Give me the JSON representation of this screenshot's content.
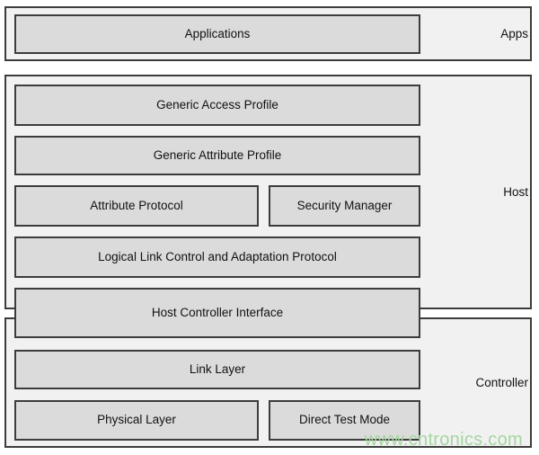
{
  "boxes": {
    "applications": "Applications",
    "generic_access_profile": "Generic Access Profile",
    "generic_attribute_profile": "Generic Attribute Profile",
    "attribute_protocol": "Attribute Protocol",
    "security_manager": "Security Manager",
    "l2cap": "Logical Link Control and Adaptation Protocol",
    "hci": "Host Controller Interface",
    "link_layer": "Link Layer",
    "physical_layer": "Physical Layer",
    "direct_test_mode": "Direct Test Mode"
  },
  "labels": {
    "apps": "Apps",
    "host": "Host",
    "controller": "Controller"
  },
  "watermark": "www.cntronics.com",
  "colors": {
    "section_fill": "#f1f1f1",
    "box_fill": "#dbdbdb",
    "border": "#3c3c3c",
    "watermark_green": "#a5d6a0",
    "text": "#111111"
  }
}
